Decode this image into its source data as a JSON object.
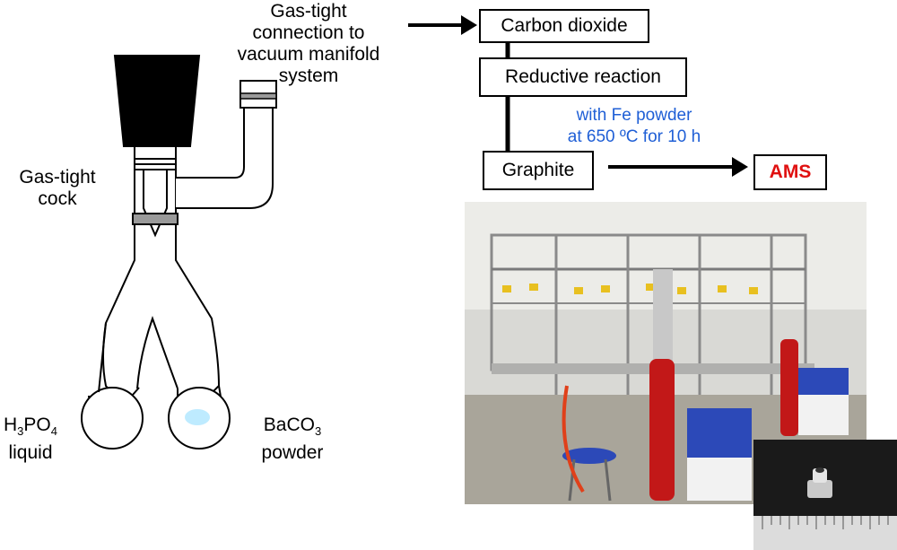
{
  "apparatus": {
    "connection_label": "Gas-tight\nconnection to\nvacuum manifold\nsystem",
    "cock_label": "Gas-tight\ncock",
    "left_flask": {
      "formula_main": "H",
      "sub1": "3",
      "formula_mid": "PO",
      "sub2": "4",
      "state": "liquid"
    },
    "right_flask": {
      "formula_main": "BaCO",
      "sub1": "3",
      "state": "powder"
    }
  },
  "flow": {
    "step1": "Carbon dioxide",
    "step2": "Reductive reaction",
    "condition_line1": "with Fe powder",
    "condition_line2": "at 650 ºC for 10 h",
    "step3": "Graphite",
    "final": "AMS"
  },
  "colors": {
    "condition_text": "#1f5fd6",
    "final_text": "#e01010"
  }
}
